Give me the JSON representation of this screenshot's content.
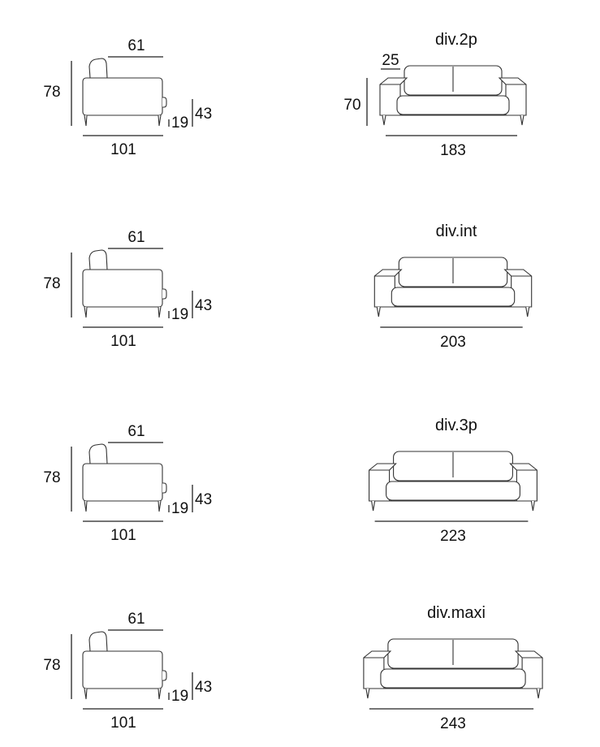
{
  "rows": [
    {
      "side": {
        "depth": "61",
        "height": "78",
        "seat": "19",
        "arm": "43",
        "length": "101"
      },
      "front": {
        "title": "div.2p",
        "arm_width": "25",
        "height": "70",
        "width": "183"
      }
    },
    {
      "side": {
        "depth": "61",
        "height": "78",
        "seat": "19",
        "arm": "43",
        "length": "101"
      },
      "front": {
        "title": "div.int",
        "width": "203"
      }
    },
    {
      "side": {
        "depth": "61",
        "height": "78",
        "seat": "19",
        "arm": "43",
        "length": "101"
      },
      "front": {
        "title": "div.3p",
        "width": "223"
      }
    },
    {
      "side": {
        "depth": "61",
        "height": "78",
        "seat": "19",
        "arm": "43",
        "length": "101"
      },
      "front": {
        "title": "div.maxi",
        "width": "243"
      }
    }
  ]
}
